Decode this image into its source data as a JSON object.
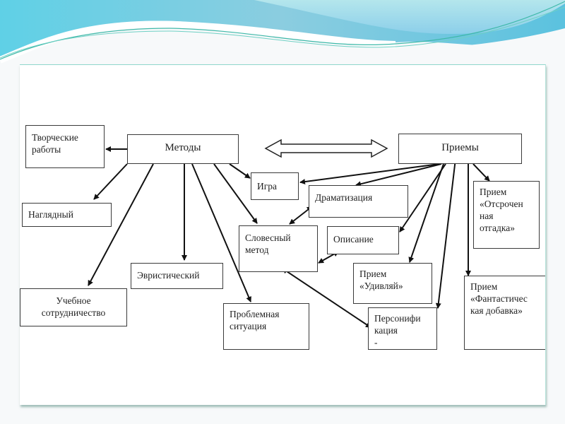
{
  "slide": {
    "theme_colors": {
      "wave_dark": "#5cc7e0",
      "wave_light": "#a8e2ec",
      "line": "#3a3a3a"
    }
  },
  "diagram": {
    "nodes": {
      "metody": "Методы",
      "priemy": "Приемы",
      "tvorcheskie": "Творческие\nработы",
      "naglyadny": "Наглядный",
      "evristichesky": "Эвристический",
      "uchebnoe": "Учебное\nсотрудничество",
      "igra": "Игра",
      "dramatizaciya": "Драматизация",
      "slovesny": "Словесный\nметод",
      "opisanie": "Описание",
      "udivlyai": "Прием\n«Удивляй»",
      "problemnaya": "Проблемная\nситуация",
      "personifikaciya": "Персонифи\nкация\n-",
      "otsrochennaya": "Прием\n«Отсрочен\nная\nотгадка»",
      "fantasticheskaya": "Прием\n«Фантастичес\nкая добавка»"
    },
    "connections": [
      {
        "from": "metody",
        "to": "tvorcheskie"
      },
      {
        "from": "metody",
        "to": "naglyadny"
      },
      {
        "from": "metody",
        "to": "uchebnoe"
      },
      {
        "from": "metody",
        "to": "evristichesky"
      },
      {
        "from": "metody",
        "to": "problemnaya"
      },
      {
        "from": "metody",
        "to": "slovesny"
      },
      {
        "from": "metody",
        "to": "igra"
      },
      {
        "from": "metody",
        "to": "priemy",
        "bidirectional": true
      },
      {
        "from": "priemy",
        "to": "igra"
      },
      {
        "from": "priemy",
        "to": "dramatizaciya"
      },
      {
        "from": "priemy",
        "to": "opisanie"
      },
      {
        "from": "priemy",
        "to": "udivlyai"
      },
      {
        "from": "priemy",
        "to": "personifikaciya"
      },
      {
        "from": "priemy",
        "to": "otsrochennaya"
      },
      {
        "from": "priemy",
        "to": "fantasticheskaya"
      },
      {
        "from": "dramatizaciya",
        "to": "slovesny",
        "bidirectional": true
      },
      {
        "from": "opisanie",
        "to": "slovesny",
        "bidirectional": true
      },
      {
        "from": "personifikaciya",
        "to": "slovesny",
        "bidirectional": true
      }
    ]
  }
}
